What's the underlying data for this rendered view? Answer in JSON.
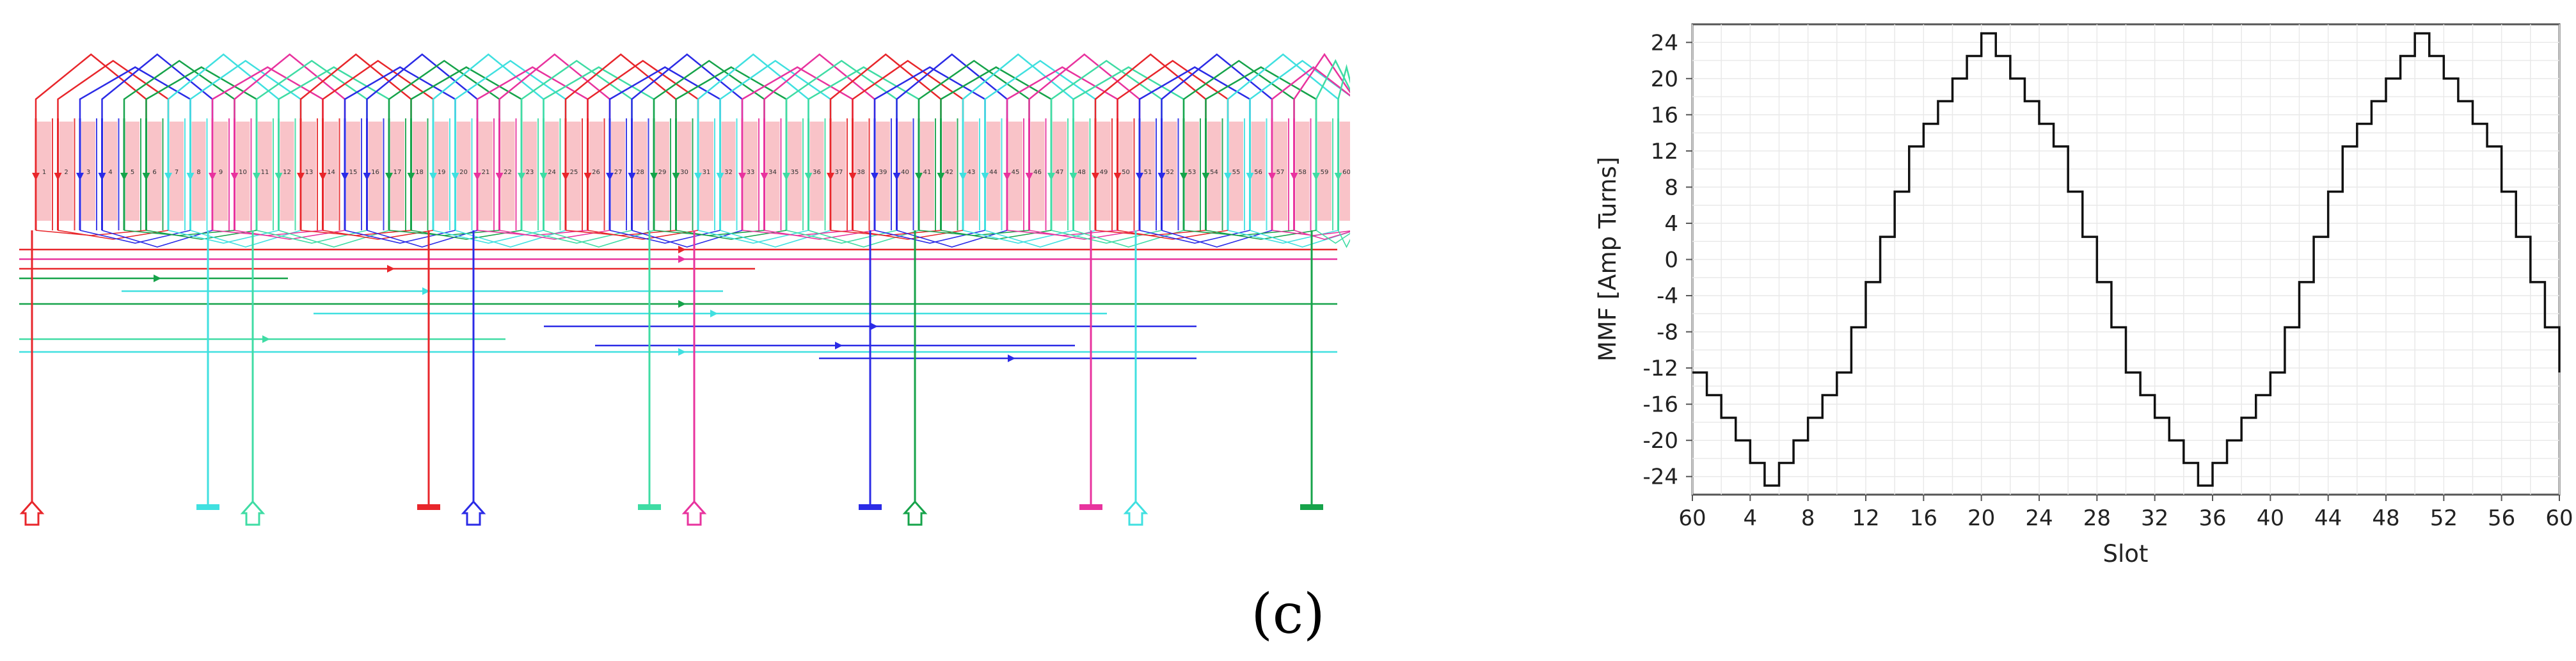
{
  "figure": {
    "caption": "(c)"
  },
  "winding_diagram": {
    "slot_count": 60,
    "slot_labels": [
      "1",
      "2",
      "3",
      "4",
      "5",
      "6",
      "7",
      "8",
      "9",
      "10",
      "11",
      "12",
      "13",
      "14",
      "15",
      "16",
      "17",
      "18",
      "19",
      "20",
      "21",
      "22",
      "23",
      "24",
      "25",
      "26",
      "27",
      "28",
      "29",
      "30",
      "31",
      "32",
      "33",
      "34",
      "35",
      "36",
      "37",
      "38",
      "39",
      "40",
      "41",
      "42",
      "43",
      "44",
      "45",
      "46",
      "47",
      "48",
      "49",
      "50",
      "51",
      "52",
      "53",
      "54",
      "55",
      "56",
      "57",
      "58",
      "59",
      "60"
    ],
    "phase_colors": {
      "phase_a": "#e8262b",
      "phase_b": "#2b2be6",
      "phase_c": "#16a34a",
      "phase_d": "#40e0e0",
      "phase_e": "#e8339e",
      "phase_f": "#3fdca4"
    },
    "slot_fill_color": "#f9c3c8",
    "terminals": [
      {
        "color": "#e8262b",
        "type": "arrow"
      },
      {
        "color": "#40e0e0",
        "type": "bar"
      },
      {
        "color": "#3fdca4",
        "type": "arrow"
      },
      {
        "color": "#e8262b",
        "type": "bar"
      },
      {
        "color": "#2b2be6",
        "type": "arrow"
      },
      {
        "color": "#3fdca4",
        "type": "bar"
      },
      {
        "color": "#e8339e",
        "type": "arrow"
      },
      {
        "color": "#2b2be6",
        "type": "bar"
      },
      {
        "color": "#16a34a",
        "type": "arrow"
      },
      {
        "color": "#e8339e",
        "type": "bar"
      },
      {
        "color": "#40e0e0",
        "type": "arrow"
      },
      {
        "color": "#16a34a",
        "type": "bar"
      }
    ]
  },
  "chart_data": {
    "type": "line",
    "line_style": "step",
    "title": "",
    "xlabel": "Slot",
    "ylabel": "MMF [Amp Turns]",
    "xlim": [
      0,
      60
    ],
    "ylim": [
      -26,
      26
    ],
    "grid": true,
    "x_tick_labels": [
      "60",
      "4",
      "8",
      "12",
      "16",
      "20",
      "24",
      "28",
      "32",
      "36",
      "40",
      "44",
      "48",
      "52",
      "56",
      "60"
    ],
    "y_ticks": [
      24,
      20,
      16,
      12,
      8,
      4,
      0,
      -4,
      -8,
      -12,
      -16,
      -20,
      -24
    ],
    "y_tick_labels": [
      "24",
      "20",
      "16",
      "12",
      "8",
      "4",
      "0",
      "-4",
      "-8",
      "-12",
      "-16",
      "-20",
      "-24"
    ],
    "line_color": "#111111",
    "series": [
      {
        "x": [
          0,
          1,
          2,
          3,
          4,
          5,
          6,
          7,
          8,
          9,
          10,
          11,
          12,
          13,
          14,
          15,
          16,
          17,
          18,
          19,
          20,
          21,
          22,
          23,
          24,
          25,
          26,
          27,
          28,
          29,
          30,
          31,
          32,
          33,
          34,
          35,
          36,
          37,
          38,
          39,
          40,
          41,
          42,
          43,
          44,
          45,
          46,
          47,
          48,
          49,
          50,
          51,
          52,
          53,
          54,
          55,
          56,
          57,
          58,
          59,
          60
        ],
        "values": [
          -12.5,
          -15,
          -17.5,
          -20,
          -22.5,
          -25,
          -22.5,
          -20,
          -17.5,
          -15,
          -12.5,
          -7.5,
          -2.5,
          2.5,
          7.5,
          12.5,
          15,
          17.5,
          20,
          22.5,
          25,
          22.5,
          20,
          17.5,
          15,
          12.5,
          7.5,
          2.5,
          -2.5,
          -7.5,
          -12.5,
          -15,
          -17.5,
          -20,
          -22.5,
          -25,
          -22.5,
          -20,
          -17.5,
          -15,
          -12.5,
          -7.5,
          -2.5,
          2.5,
          7.5,
          12.5,
          15,
          17.5,
          20,
          22.5,
          25,
          22.5,
          20,
          17.5,
          15,
          12.5,
          7.5,
          2.5,
          -2.5,
          -7.5,
          -12.5
        ]
      }
    ]
  }
}
